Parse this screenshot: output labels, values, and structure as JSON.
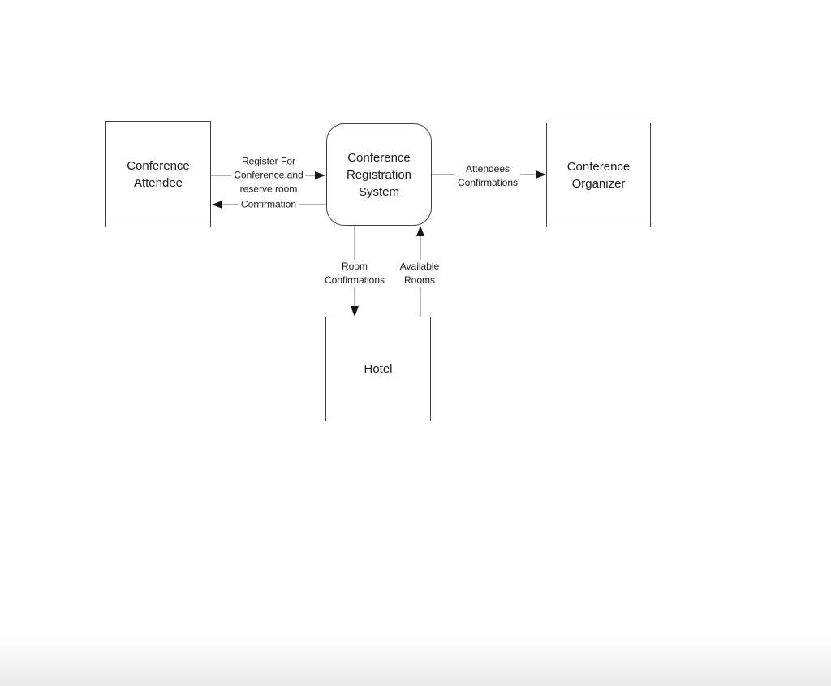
{
  "diagram": {
    "nodes": {
      "attendee": {
        "line1": "Conference",
        "line2": "Attendee"
      },
      "system": {
        "line1": "Conference",
        "line2": "Registration",
        "line3": "System"
      },
      "organizer": {
        "line1": "Conference",
        "line2": "Organizer"
      },
      "hotel": {
        "line1": "Hotel"
      }
    },
    "flows": {
      "register": {
        "line1": "Register For",
        "line2": "Conference and",
        "line3": "reserve room",
        "from": "Conference Attendee",
        "to": "Conference Registration System"
      },
      "confirmation": {
        "line1": "Confirmation",
        "from": "Conference Registration System",
        "to": "Conference Attendee"
      },
      "attendees_confirmations": {
        "line1": "Attendees",
        "line2": "Confirmations",
        "from": "Conference Registration System",
        "to": "Conference Organizer"
      },
      "room_confirmations": {
        "line1": "Room",
        "line2": "Confirmations",
        "from": "Conference Registration System",
        "to": "Hotel"
      },
      "available_rooms": {
        "line1": "Available",
        "line2": "Rooms",
        "from": "Hotel",
        "to": "Conference Registration System"
      }
    },
    "colors": {
      "background": "#ffffff",
      "node_border": "#404040",
      "connector_line": "#666666",
      "arrowhead": "#151515",
      "text": "#1a1a1a",
      "bottom_fade": "#ebebeb"
    }
  }
}
